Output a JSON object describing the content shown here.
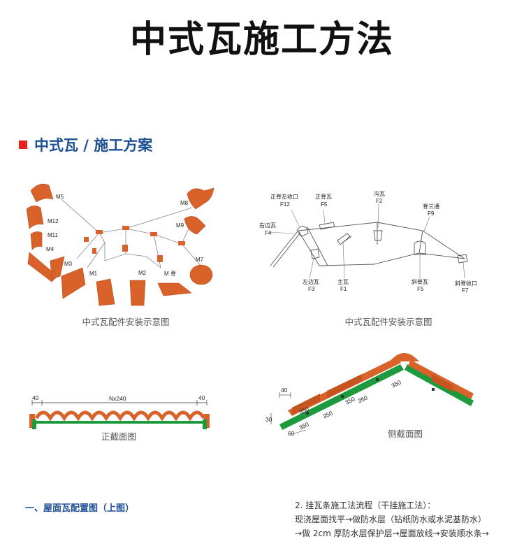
{
  "page": {
    "title": "中式瓦施工方法",
    "section_title": "中式瓦 / 施工方案"
  },
  "diagram_left": {
    "caption": "中式瓦配件安装示意图",
    "labels": {
      "m5": "M5",
      "m8": "M8",
      "m12": "M12",
      "m9": "M9",
      "m11": "M11",
      "m4": "M4",
      "m3": "M3",
      "m1": "M1",
      "m2": "M2",
      "m_ridge": "M 脊",
      "m7": "M7"
    }
  },
  "diagram_right": {
    "caption": "中式瓦配件安装示意图",
    "labels": {
      "f12_name": "正脊左收口",
      "f12": "F12",
      "f5a_name": "正脊瓦",
      "f5a": "F5",
      "f2_name": "沟瓦",
      "f2": "F2",
      "f9_name": "脊三通",
      "f9": "F9",
      "f4_name": "右边瓦",
      "f4": "F4",
      "f3_name": "左边瓦",
      "f3": "F3",
      "f1_name": "主瓦",
      "f1": "F1",
      "f5b_name": "斜脊瓦",
      "f5b": "F5",
      "f7_name": "斜脊收口",
      "f7": "F7"
    }
  },
  "front_section": {
    "caption": "正截面图",
    "dim_left": "40",
    "dim_middle": "Nx240",
    "dim_right": "40"
  },
  "side_section": {
    "caption": "侧截面图",
    "dims": {
      "d40": "40",
      "d30": "30",
      "d60": "60",
      "d350_a": "350",
      "d350_b": "350",
      "d350_c": "350",
      "d350_d": "350",
      "d350_e": "350",
      "d350_f": "350"
    }
  },
  "lower": {
    "left_heading": "一、屋面瓦配置图（上图）",
    "right_line1": "2. 挂瓦条施工法流程（干挂施工法）：",
    "right_line2": "现浇屋面找平→做防水层（钻纸防水或水泥基防水）",
    "right_line3": "→做 2cm 厚防水层保护层→屋面放线→安装顺水条→"
  },
  "colors": {
    "tile": "#d9612a",
    "tile_dark": "#b84a1c",
    "batten": "#1e9a3e",
    "title_blue": "#1f4f94",
    "marker_red": "#e8231a"
  }
}
